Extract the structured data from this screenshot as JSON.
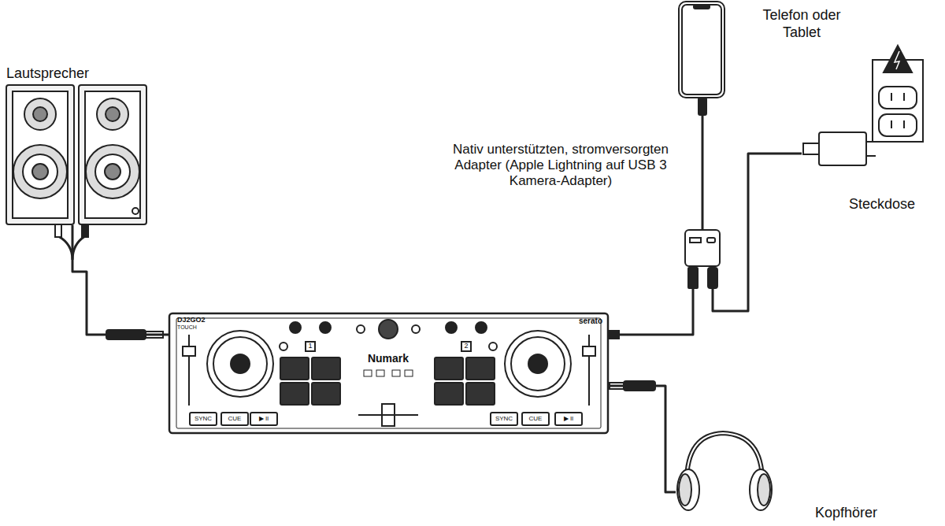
{
  "diagram": {
    "nodes": [
      {
        "text": [
          "Lautsprecher"
        ]
      },
      {
        "text": [
          "Telefon oder Tablet"
        ]
      },
      {
        "text": [
          "Nativ unterstützten, stromversorgten Adapter (Apple Lightning auf USB 3 Kamera-Adapter)"
        ]
      },
      {
        "text": [
          "Steckdose"
        ]
      },
      {
        "text": [
          "Numark"
        ]
      },
      {
        "text": [
          "Kopfhörer"
        ]
      }
    ],
    "edges": [
      {
        "from": 4,
        "to": 0,
        "arrow": "none"
      },
      {
        "from": 1,
        "to": 2,
        "arrow": "none"
      },
      {
        "from": 4,
        "to": 2,
        "arrow": "none"
      },
      {
        "from": 2,
        "to": 3,
        "arrow": "none"
      },
      {
        "from": 4,
        "to": 5,
        "arrow": "none"
      }
    ],
    "labels": [
      "DJ2GO2",
      "TOUCH",
      "1",
      "2",
      "SYNC",
      "CUE",
      "▶ II",
      "SYNC",
      "CUE",
      "▶ II",
      "serato"
    ]
  }
}
